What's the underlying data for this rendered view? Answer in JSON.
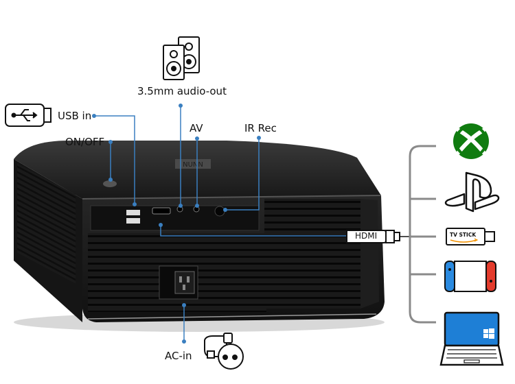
{
  "labels": {
    "audio_out": "3.5mm audio-out",
    "usb_in": "USB in",
    "on_off": "ON/OFF",
    "av": "AV",
    "ir_rec": "IR Rec",
    "hdmi": "HDMI",
    "ac_in": "AC-in",
    "tv_stick": "TV STICK"
  },
  "icons": {
    "speakers": "speakers-icon",
    "usb_drive": "usb-drive-icon",
    "xbox": "xbox-logo-icon",
    "playstation": "playstation-logo-icon",
    "tv_stick": "tv-stick-icon",
    "switch": "game-console-icon",
    "laptop": "laptop-icon",
    "power_plug": "power-plug-icon"
  },
  "colors": {
    "callout_line": "#3a7fc0",
    "projector_body": "#202020",
    "xbox_green": "#107c10",
    "bracket_gray": "#8a8a8a",
    "windows_blue": "#1e7fd6"
  }
}
